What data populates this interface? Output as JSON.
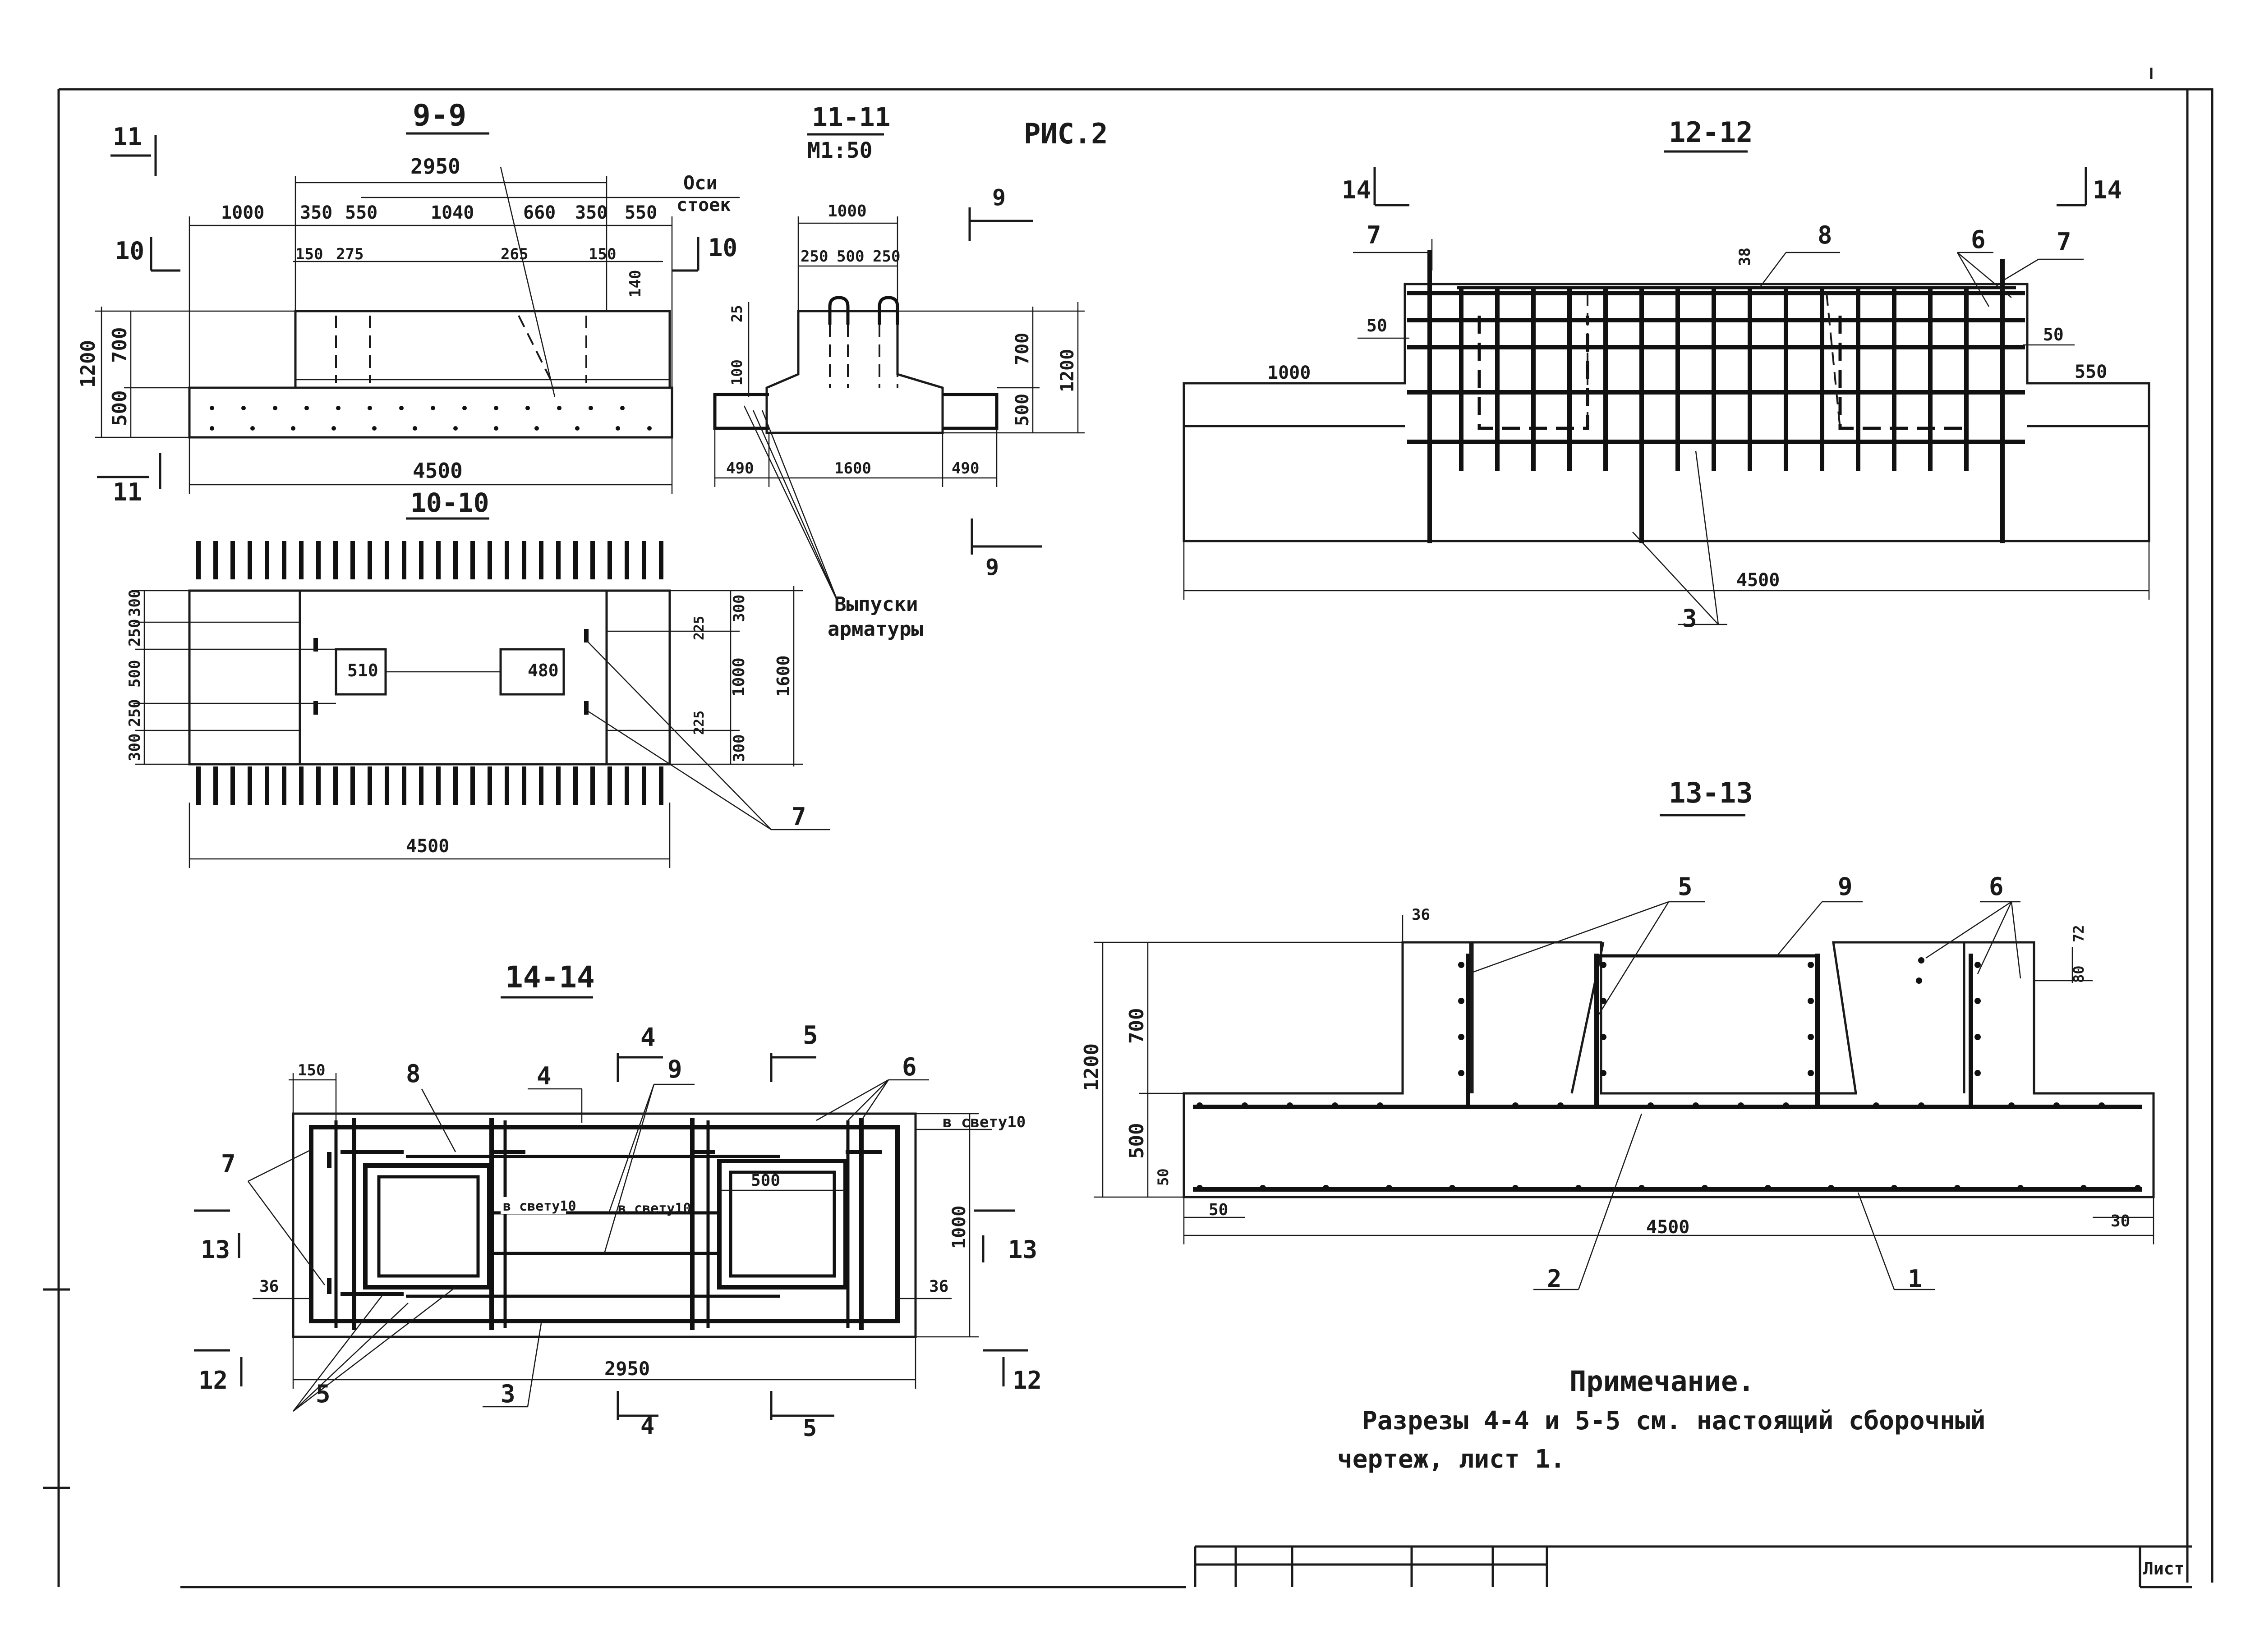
{
  "figure_label": "РИС.2",
  "sections": {
    "s9": {
      "title": "9-9",
      "cut_marks": [
        "11",
        "11",
        "10",
        "10"
      ],
      "top_dim": "2950",
      "axes_label_1": "Оси",
      "axes_label_2": "стоек",
      "chain": [
        "1000",
        "350",
        "550",
        "1040",
        "660",
        "350",
        "550"
      ],
      "small": [
        "150",
        "275",
        "265",
        "150",
        "140"
      ],
      "height_total": "1200",
      "heights": [
        "700",
        "500"
      ],
      "bottom_dim": "4500"
    },
    "s11": {
      "title": "11-11",
      "scale": "М1:50",
      "top_dim": "1000",
      "chain": [
        "250",
        "500",
        "250"
      ],
      "left_small": [
        "25",
        "100"
      ],
      "heights": [
        "700",
        "500"
      ],
      "height_total": "1200",
      "bottom": [
        "490",
        "1600",
        "490"
      ],
      "cut_marks": [
        "9",
        "9"
      ],
      "note_1": "Выпуски",
      "note_2": "арматуры"
    },
    "s10": {
      "title": "10-10",
      "left_dims": [
        "300",
        "250",
        "500",
        "250",
        "300"
      ],
      "openings": [
        "510",
        "480"
      ],
      "right_small": [
        "225",
        "225"
      ],
      "right_dims": [
        "300",
        "1000",
        "300"
      ],
      "height_total": "1600",
      "bottom_dim": "4500",
      "callout": "7"
    },
    "s12": {
      "title": "12-12",
      "cut_marks": [
        "14",
        "14"
      ],
      "callouts_top": [
        "7",
        "8",
        "6",
        "7"
      ],
      "small": [
        "38",
        "50",
        "50"
      ],
      "left_dim": "1000",
      "right_dim": "550",
      "bottom_dim": "4500",
      "callout_bottom": "3"
    },
    "s13": {
      "title": "13-13",
      "callouts": [
        "5",
        "9",
        "6",
        "2",
        "1"
      ],
      "small": [
        "36",
        "72",
        "80",
        "50",
        "50",
        "30"
      ],
      "heights": [
        "700",
        "500"
      ],
      "height_total": "1200",
      "bottom_dim": "4500"
    },
    "s14": {
      "title": "14-14",
      "cut_top": [
        "4",
        "5"
      ],
      "cut_bottom": [
        "4",
        "5"
      ],
      "side_marks": [
        "13",
        "13",
        "12",
        "12"
      ],
      "callouts": [
        "8",
        "4",
        "9",
        "6",
        "7",
        "5",
        "3"
      ],
      "small": [
        "150",
        "36",
        "36"
      ],
      "clear": [
        "в свету10",
        "в свету10",
        "в свету10"
      ],
      "inner_dim": "500",
      "height_dim": "1000",
      "bottom_dim": "2950"
    }
  },
  "note": {
    "heading": "Примечание.",
    "line1": "Разрезы 4-4 и 5-5 см. настоящий сборочный",
    "line2": "чертеж, лист 1."
  },
  "title_block": {
    "sheet_label": "Лист"
  }
}
